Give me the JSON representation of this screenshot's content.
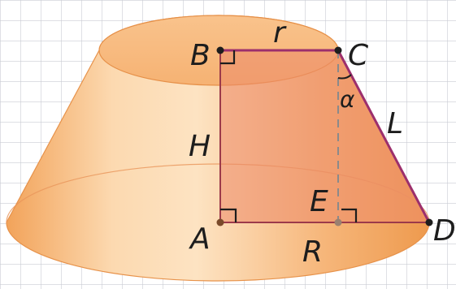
{
  "figure": {
    "points": {
      "A": "A",
      "B": "B",
      "C": "C",
      "D": "D",
      "E": "E"
    },
    "segments": {
      "top_radius": "r",
      "bottom_radius": "R",
      "height": "H",
      "slant": "L",
      "angle": "α"
    }
  }
}
